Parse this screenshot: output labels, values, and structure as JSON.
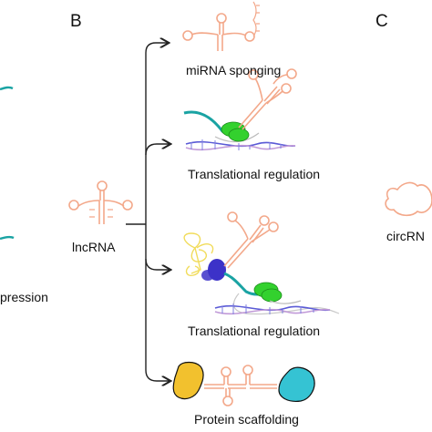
{
  "panels": {
    "b": "B",
    "c": "C"
  },
  "labels": {
    "left_partial": "pression",
    "lncrna": "lncRNA",
    "circrna_partial": "circRN",
    "mirna_sponging": "miRNA sponging",
    "translational_1": "Translational regulation",
    "translational_2": "Translational regulation",
    "protein_scaffolding": "Protein scaffolding"
  },
  "colors": {
    "rna": "#f3a88a",
    "mrna": "#1aa3a3",
    "ribosome": "#33d12e",
    "dna_a": "#5a5ad6",
    "dna_b": "#c19ad8",
    "factor_blue": "#3c32c8",
    "yellow_rna": "#f1dc5b",
    "protein_yellow": "#f2c12e",
    "protein_cyan": "#35c3d3",
    "line": "#222222"
  }
}
